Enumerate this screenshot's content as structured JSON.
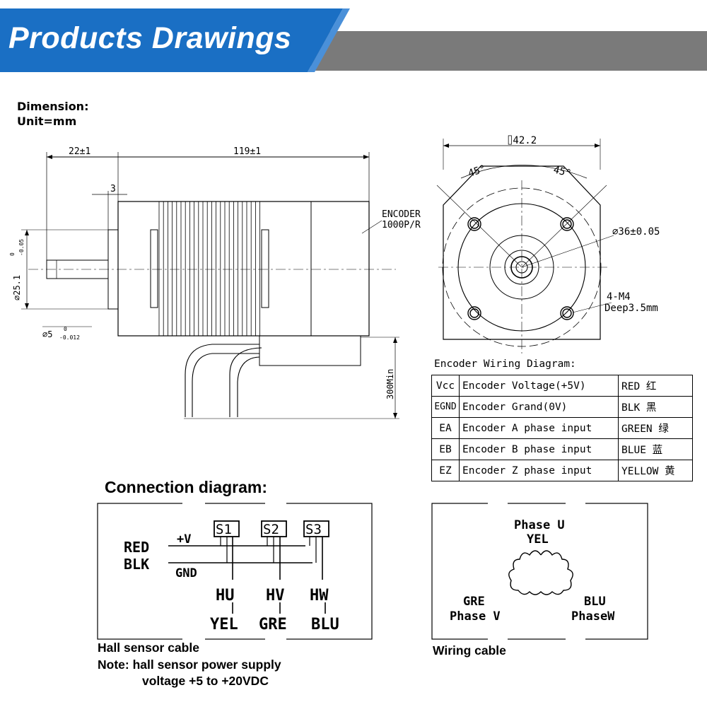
{
  "header": {
    "title": "Products Drawings"
  },
  "dimension": {
    "line1": "Dimension:",
    "line2": "Unit=mm"
  },
  "side_view": {
    "dim_22": "22±1",
    "dim_119": "119±1",
    "dim_3": "3",
    "encoder_label_1": "ENCODER",
    "encoder_label_2": "1000P/R",
    "shaft_dia": "⌀25.1",
    "shaft_dia_tol": "-0.05",
    "shaft_dia_tol_top": "0",
    "shaft_5": "⌀5",
    "shaft_5_tol": "-0.012",
    "shaft_5_tol_top": "0",
    "cable_len": "300Min"
  },
  "front_view": {
    "square": "⌷42.2",
    "angle_left": "45°",
    "angle_right": "45°",
    "pilot": "⌀36±0.05",
    "holes_1": "4-M4",
    "holes_2": "Deep3.5mm"
  },
  "encoder_table": {
    "title": "Encoder Wiring Diagram:",
    "rows": [
      {
        "pin": "Vcc",
        "desc": "Encoder Voltage(+5V)",
        "color": "RED 红"
      },
      {
        "pin": "EGND",
        "desc": "Encoder Grand(0V)",
        "color": "BLK 黑"
      },
      {
        "pin": "EA",
        "desc": "Encoder A phase input",
        "color": "GREEN 绿"
      },
      {
        "pin": "EB",
        "desc": "Encoder B phase input",
        "color": "BLUE 蓝"
      },
      {
        "pin": "EZ",
        "desc": "Encoder Z phase input",
        "color": "YELLOW 黄"
      }
    ]
  },
  "connection": {
    "title": "Connection diagram:",
    "sensors": [
      "S1",
      "S2",
      "S3"
    ],
    "plus_v": "+V",
    "gnd": "GND",
    "red": "RED",
    "blk": "BLK",
    "outputs": [
      "HU",
      "HV",
      "HW"
    ],
    "wire_colors": [
      "YEL",
      "GRE",
      "BLU"
    ],
    "caption": "Hall sensor cable",
    "note_1": "Note: hall sensor power supply",
    "note_2": "voltage +5 to +20VDC"
  },
  "wiring": {
    "phase_u": "Phase U",
    "yel": "YEL",
    "gre": "GRE",
    "phase_v": "Phase V",
    "blu": "BLU",
    "phase_w": "PhaseW",
    "caption": "Wiring cable"
  },
  "colors": {
    "banner_blue": "#1a6fc4",
    "banner_gray": "#777777"
  }
}
